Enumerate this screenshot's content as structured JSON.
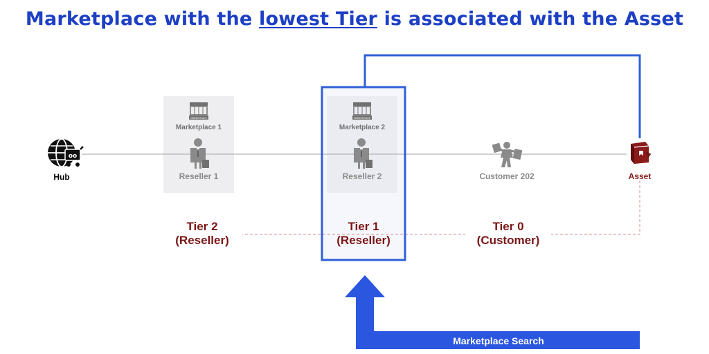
{
  "title": {
    "prefix": "Marketplace with the ",
    "emphasis": "lowest Tier",
    "suffix": " is associated with the Asset"
  },
  "nodes": {
    "hub": {
      "label": "Hub",
      "icon": "globe-cart-icon"
    },
    "reseller1": {
      "marketplace": "Marketplace 1",
      "label": "Reseller 1",
      "icon": "businessman-icon"
    },
    "reseller2": {
      "marketplace": "Marketplace 2",
      "label": "Reseller 2",
      "icon": "businessman-icon"
    },
    "customer": {
      "label": "Customer 202",
      "icon": "shopper-icon"
    },
    "asset": {
      "label": "Asset",
      "icon": "package-icon"
    }
  },
  "marketplace_stall_text": "MARKETPLACE",
  "tiers": [
    {
      "line1": "Tier 2",
      "line2": "(Reseller)"
    },
    {
      "line1": "Tier 1",
      "line2": "(Reseller)"
    },
    {
      "line1": "Tier 0",
      "line2": "(Customer)"
    }
  ],
  "search": {
    "label": "Marketplace Search"
  },
  "colors": {
    "title": "#1c3fc4",
    "highlight": "#2f5fd8",
    "tier_text": "#7a1515",
    "asset": "#8b1a1a",
    "faded": "#8a8a8a",
    "dashed_line": "#d9a3a3"
  }
}
